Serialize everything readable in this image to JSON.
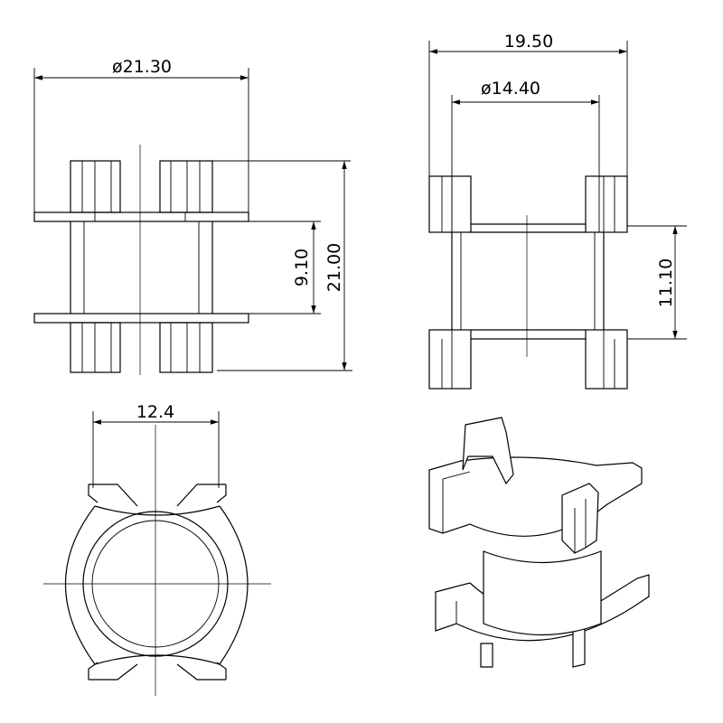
{
  "drawing": {
    "front_view": {
      "outer_diameter": "ø21.30",
      "window_height": "9.10",
      "overall_height": "21.00"
    },
    "side_view": {
      "overall_width": "19.50",
      "core_diameter": "ø14.40",
      "pin_height": "11.10"
    },
    "top_view": {
      "inner_width": "12.4"
    }
  }
}
